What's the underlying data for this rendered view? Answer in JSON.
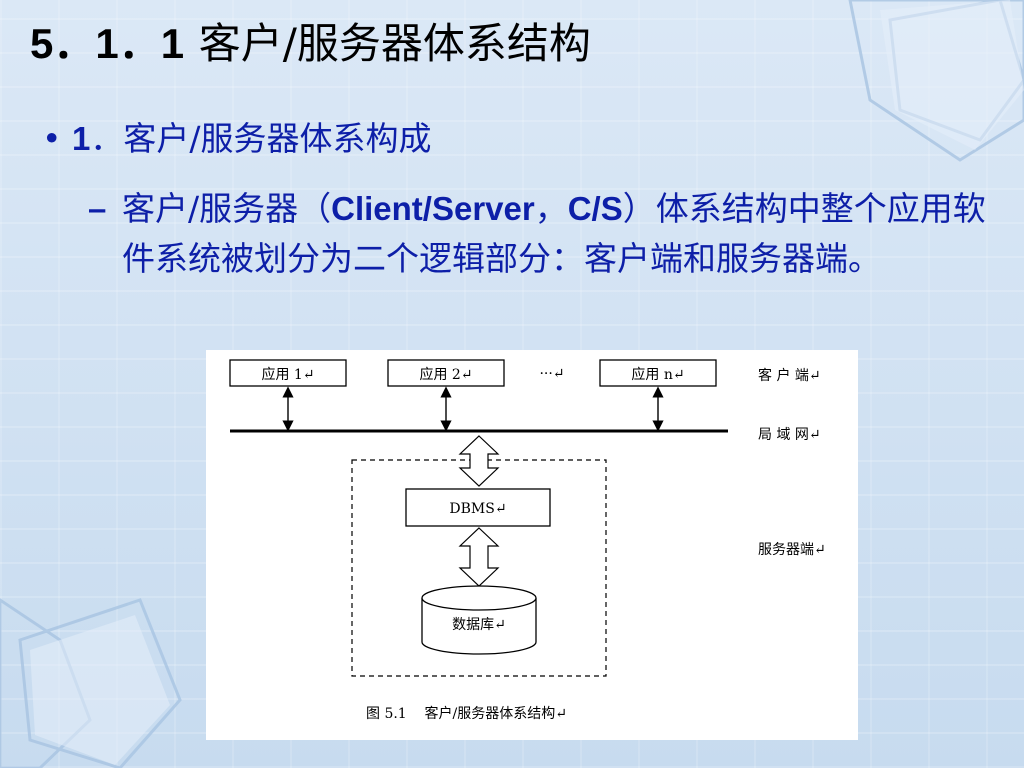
{
  "slide": {
    "title_num": "5．1．1",
    "title_text": "客户/服务器体系结构",
    "bullet1_num": "1",
    "bullet1_text": "．客户/服务器体系构成",
    "bullet2_dash": "–",
    "bullet2_part1": "客户/服务器（",
    "bullet2_latin1": "Client/Server",
    "bullet2_part2": "，",
    "bullet2_latin2": "C/S",
    "bullet2_part3": "）体系结构中整个应用软件系统被划分为二个逻辑部分：客户端和服务器端。"
  },
  "figure": {
    "apps": [
      "应用 1↵",
      "应用 2↵",
      "应用 n↵"
    ],
    "ellipsis": "···↵",
    "dbms": "DBMS↵",
    "database": "数据库↵",
    "label_client": "客 户 端↵",
    "label_lan": "局 域 网↵",
    "label_server": "服务器端↵",
    "caption": "图 5.1    客户/服务器体系结构↵"
  },
  "colors": {
    "text_blue": "#0d1fa8",
    "title": "#000000",
    "background": "#cfe0f2"
  }
}
